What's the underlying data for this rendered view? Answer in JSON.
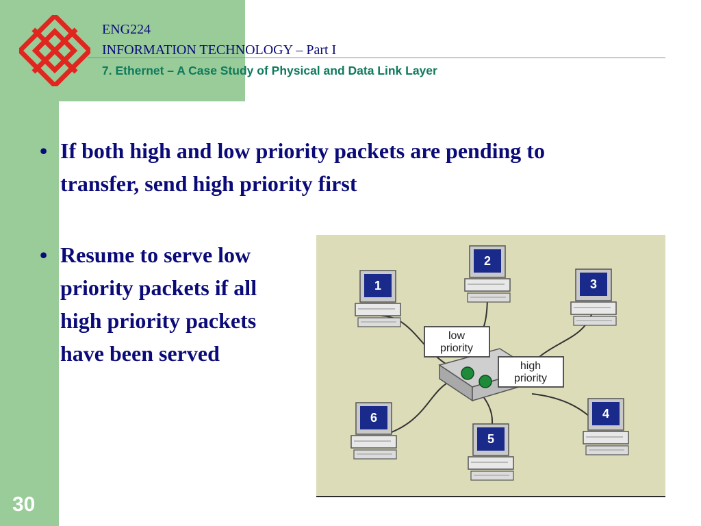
{
  "header": {
    "course_code": "ENG224",
    "course_name": "INFORMATION TECHNOLOGY – Part I",
    "chapter_title": "7. Ethernet – A Case Study of Physical and Data Link Layer"
  },
  "bullets": [
    {
      "marker": "•",
      "text": "If both high and low priority packets are pending to transfer, send high priority first"
    },
    {
      "marker": "•",
      "text": "Resume to serve low priority packets if all high priority packets have been served"
    }
  ],
  "figure": {
    "low_label": [
      "low",
      "priority"
    ],
    "high_label": [
      "high",
      "priority"
    ],
    "computers": [
      {
        "id": "pc1",
        "label": "1"
      },
      {
        "id": "pc2",
        "label": "2"
      },
      {
        "id": "pc3",
        "label": "3"
      },
      {
        "id": "pc4",
        "label": "4"
      },
      {
        "id": "pc5",
        "label": "5"
      },
      {
        "id": "pc6",
        "label": "6"
      }
    ]
  },
  "footer": {
    "page_number": "30"
  },
  "colors": {
    "green": "#99cc99",
    "navy": "#0a0a78",
    "teal": "#0f7a5c",
    "logo_red": "#e0261e"
  }
}
